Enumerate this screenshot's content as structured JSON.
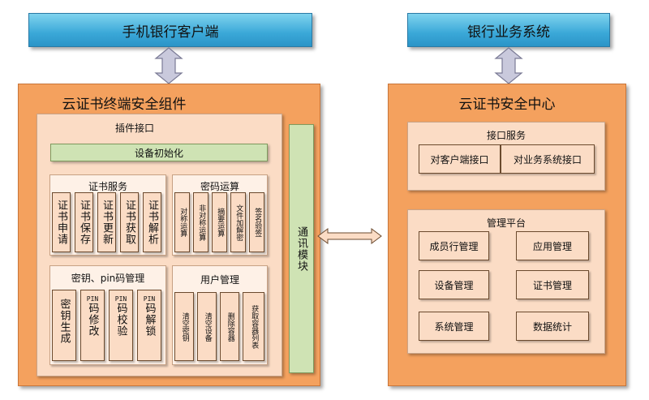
{
  "top": {
    "left_title": "手机银行客户端",
    "right_title": "银行业务系统"
  },
  "left": {
    "title": "云证书终端安全组件",
    "plugin_title": "插件接口",
    "device_init": "设备初始化",
    "cert_service": {
      "title": "证书服务",
      "items": [
        "证书申请",
        "证书保存",
        "证书更新",
        "证书获取",
        "证书解析"
      ]
    },
    "crypto": {
      "title": "密码运算",
      "items": [
        "对称运算",
        "非对称运算",
        "摘要运算",
        "文件加解密",
        "签名验签"
      ]
    },
    "key_pin": {
      "title": "密钥、pin码管理",
      "items": [
        {
          "prefix": "",
          "text": "密钥生成"
        },
        {
          "prefix": "PIN",
          "text": "码修改"
        },
        {
          "prefix": "PIN",
          "text": "码校验"
        },
        {
          "prefix": "PIN",
          "text": "码解锁"
        }
      ]
    },
    "user": {
      "title": "用户管理",
      "items": [
        "清空密钥",
        "清空设备",
        "删除容器",
        "获取容器列表"
      ]
    },
    "comm": "通讯模块"
  },
  "right": {
    "title": "云证书安全中心",
    "interface": {
      "title": "接口服务",
      "items": [
        "对客户端接口",
        "对业务系统接口"
      ]
    },
    "platform": {
      "title": "管理平台",
      "items": [
        "成员行管理",
        "应用管理",
        "设备管理",
        "证书管理",
        "系统管理",
        "数据统计"
      ]
    }
  }
}
